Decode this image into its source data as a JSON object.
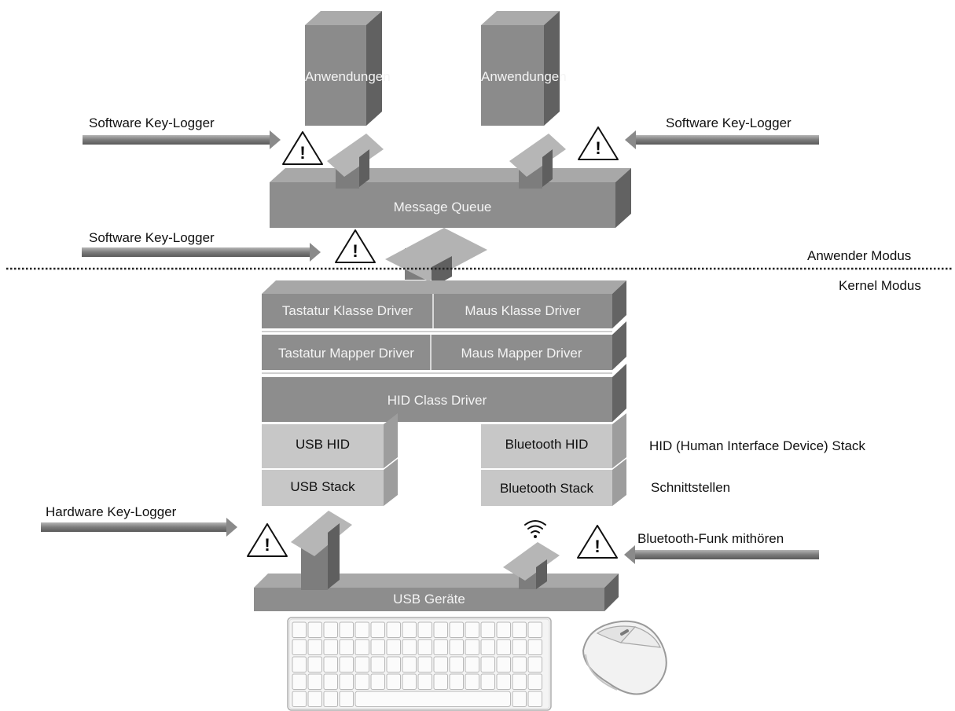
{
  "apps": {
    "left": "Anwendungen",
    "right": "Anwendungen"
  },
  "message_queue": "Message Queue",
  "loggers": {
    "software_top_left": "Software Key-Logger",
    "software_top_right": "Software Key-Logger",
    "software_middle": "Software Key-Logger",
    "hardware": "Hardware Key-Logger",
    "bluetooth": "Bluetooth-Funk  mithören"
  },
  "modes": {
    "user": "Anwender Modus",
    "kernel": "Kernel Modus"
  },
  "drivers": {
    "keyboard_class": "Tastatur  Klasse Driver",
    "mouse_class": "Maus Klasse Driver",
    "keyboard_mapper": "Tastatur  Mapper Driver",
    "mouse_mapper": "Maus Mapper Driver",
    "hid_class": "HID  Class Driver",
    "usb_hid": "USB HID",
    "bluetooth_hid": "Bluetooth  HID",
    "usb_stack": "USB Stack",
    "bluetooth_stack": "Bluetooth  Stack"
  },
  "side_labels": {
    "hid_stack": "HID  (Human  Interface  Device) Stack",
    "interfaces": "Schnittstellen"
  },
  "usb_devices": "USB Geräte",
  "warning_symbol": "!",
  "icons": [
    "warning-triangle-icon",
    "wifi-icon",
    "keyboard-icon",
    "mouse-icon"
  ],
  "colors": {
    "box_face": "#8c8c8c",
    "box_top": "#a6a6a6",
    "box_side": "#6e6e6e",
    "light_face": "#c9c9c9",
    "arrow": "#8a8a8a"
  }
}
